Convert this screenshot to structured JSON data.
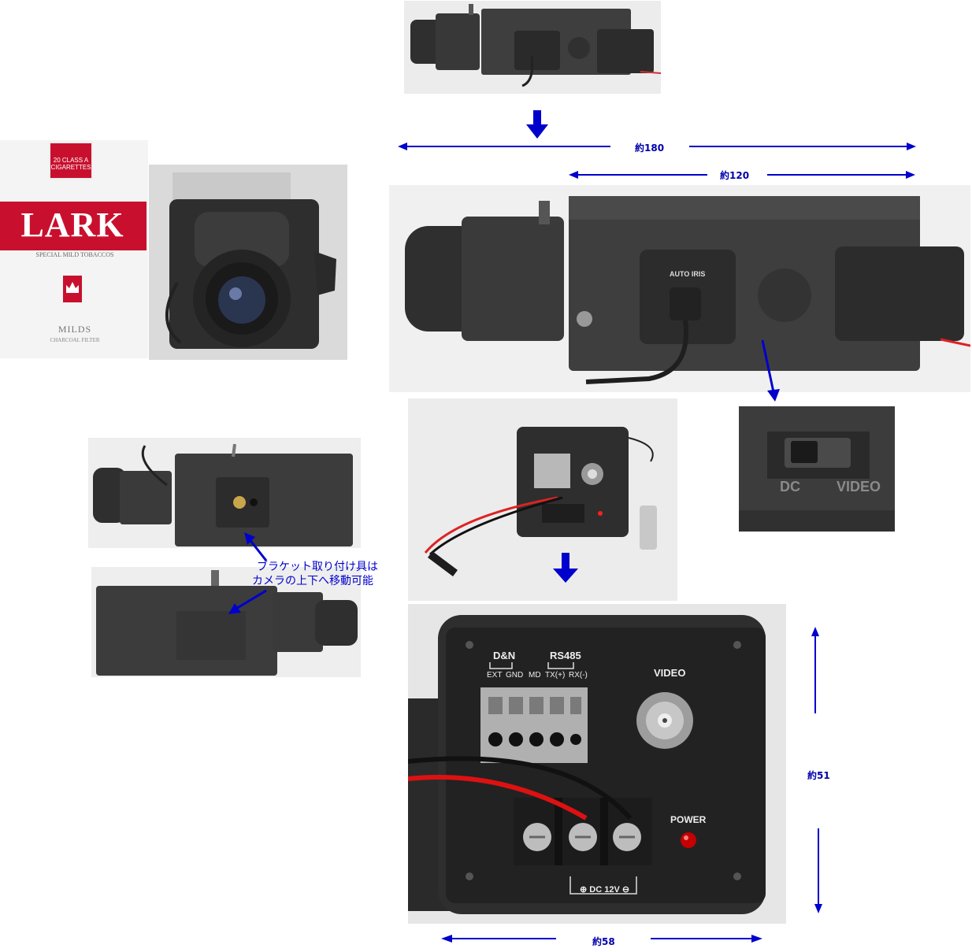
{
  "dimensions": {
    "length_total": "約180",
    "length_body": "約120",
    "height": "約51",
    "width": "約58"
  },
  "annotations": {
    "bracket_line1": "ブラケット取り付け具は",
    "bracket_line2": "カメラの上下へ移動可能"
  },
  "cigarette_pack": {
    "brand": "LARK",
    "badge_line1": "20 CLASS A",
    "badge_line2": "CIGARETTES",
    "tagline": "SPECIAL MILD TOBACCOS",
    "variant": "MILDS",
    "filter": "CHARCOAL FILTER"
  },
  "camera_labels": {
    "auto_iris": "AUTO IRIS",
    "dn": "D&N",
    "rs485": "RS485",
    "ext": "EXT",
    "gnd": "GND",
    "md": "MD",
    "tx": "TX(+)",
    "rx": "RX(-)",
    "video": "VIDEO",
    "power": "POWER",
    "dc12v": "DC 12V",
    "switch_dc": "DC",
    "switch_video": "VIDEO"
  },
  "colors": {
    "arrow_blue": "#0000cc",
    "camera_body": "#3a3a3a",
    "lark_red": "#c8102e"
  }
}
